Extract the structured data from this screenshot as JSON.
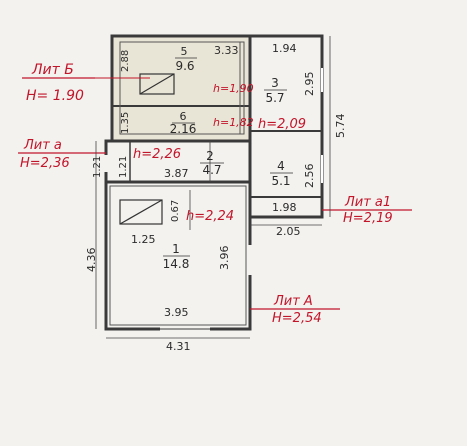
{
  "labels": {
    "lit_b": "Лит Б",
    "lit_b_h": "H= 1.90",
    "lit_a_small": "Лит a",
    "lit_a_small_h": "H=2,36",
    "lit_a1": "Лит a1",
    "lit_a1_h": "H=2,19",
    "lit_A": "Лит А",
    "lit_A_h": "H=2,54"
  },
  "heights": {
    "h_190": "h=1,90",
    "h_182": "h=1,82",
    "h_209": "h=2,09",
    "h_226": "h=2,26",
    "h_224": "h=2,24"
  },
  "rooms": {
    "r5_num": "5",
    "r5_area": "9.6",
    "r6_num": "6",
    "r6_area": "2.16",
    "r3_num": "3",
    "r3_area": "5.7",
    "r2_num": "2",
    "r2_area": "4.7",
    "r4_num": "4",
    "r4_area": "5.1",
    "r1_num": "1",
    "r1_area": "14.8"
  },
  "dims": {
    "d_333": "3.33",
    "d_194": "1.94",
    "d_288": "2.88",
    "d_135": "1.35",
    "d_295": "2.95",
    "d_574": "5.74",
    "d_121a": "1.21",
    "d_121b": "1.21",
    "d_387": "3.87",
    "d_256": "2.56",
    "d_198": "1.98",
    "d_205": "2.05",
    "d_067": "0.67",
    "d_125": "1.25",
    "d_396": "3.96",
    "d_436": "4.36",
    "d_395": "3.95",
    "d_431": "4.31"
  }
}
